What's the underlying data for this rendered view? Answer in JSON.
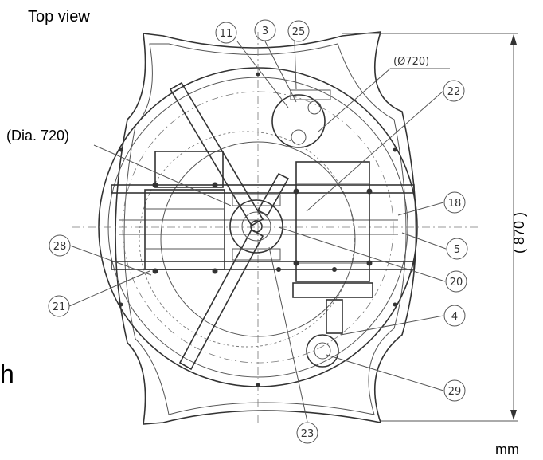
{
  "view_title": "Top view",
  "diameter_label": "(Dia. 720)",
  "drawing_dia_label": "(Ø720)",
  "height_dim_label": "( 870 )",
  "unit_label": "mm",
  "stray_letter": "h",
  "callouts": {
    "c11": "11",
    "c3": "3",
    "c25": "25",
    "c22": "22",
    "c18": "18",
    "c5": "5",
    "c20": "20",
    "c4": "4",
    "c29": "29",
    "c23": "23",
    "c21": "21",
    "c28": "28"
  },
  "colors": {
    "line": "#333333",
    "background": "#ffffff"
  }
}
